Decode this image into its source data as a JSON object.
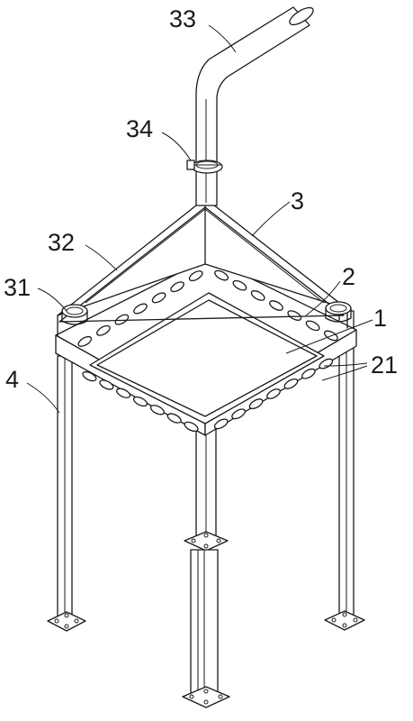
{
  "labels": {
    "l33": "33",
    "l34": "34",
    "l3": "3",
    "l32": "32",
    "l31": "31",
    "l2": "2",
    "l1": "1",
    "l21": "21",
    "l4": "4"
  }
}
